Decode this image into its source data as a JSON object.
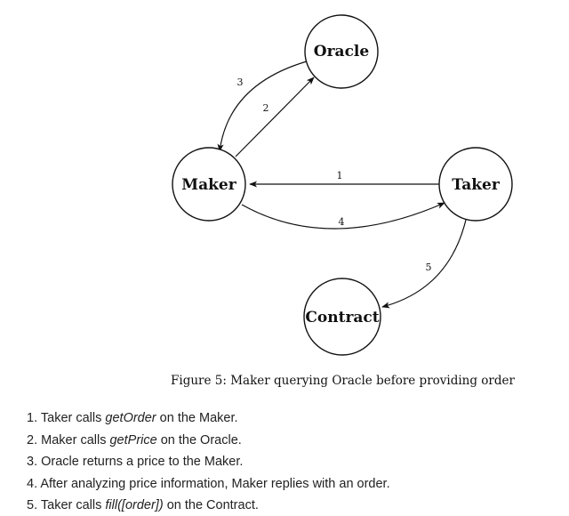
{
  "diagram": {
    "nodes": {
      "oracle": "Oracle",
      "maker": "Maker",
      "taker": "Taker",
      "contract": "Contract"
    },
    "edges": [
      {
        "label": "1",
        "from": "taker",
        "to": "maker"
      },
      {
        "label": "2",
        "from": "maker",
        "to": "oracle"
      },
      {
        "label": "3",
        "from": "oracle",
        "to": "maker"
      },
      {
        "label": "4",
        "from": "maker",
        "to": "taker"
      },
      {
        "label": "5",
        "from": "taker",
        "to": "contract"
      }
    ],
    "caption": "Figure 5: Maker querying Oracle before providing order"
  },
  "steps": [
    {
      "num": "1.",
      "before": "Taker calls ",
      "em": "getOrder",
      "after": " on the Maker."
    },
    {
      "num": "2.",
      "before": "Maker calls ",
      "em": "getPrice",
      "after": " on the Oracle."
    },
    {
      "num": "3.",
      "before": "Oracle returns a price to the Maker.",
      "em": "",
      "after": ""
    },
    {
      "num": "4.",
      "before": "After analyzing price information, Maker replies with an order.",
      "em": "",
      "after": ""
    },
    {
      "num": "5.",
      "before": "Taker calls ",
      "em": "fill([order])",
      "after": " on the Contract."
    }
  ]
}
